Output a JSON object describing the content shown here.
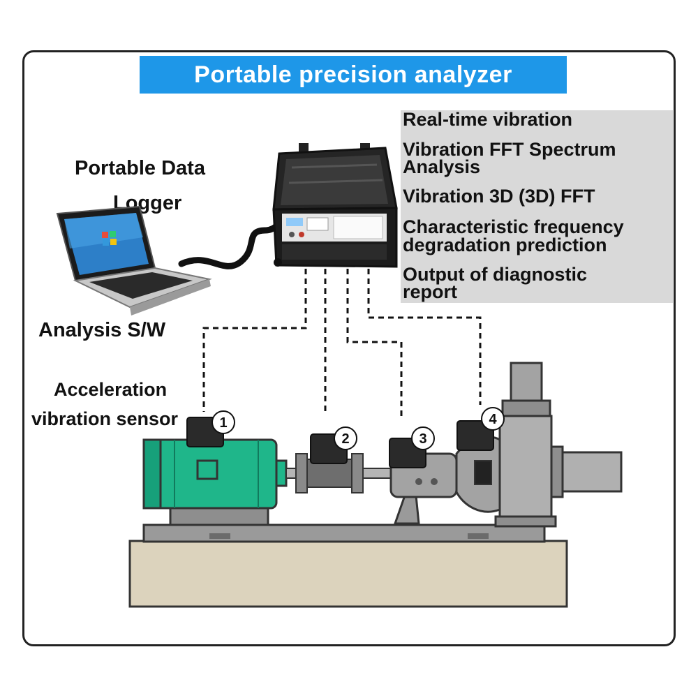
{
  "title": "Portable precision analyzer",
  "features": [
    "Real-time vibration",
    "Vibration FFT Spectrum",
    "Analysis",
    "Vibration 3D (3D) FFT",
    "Characteristic frequency",
    "degradation prediction",
    "Output of diagnostic",
    "report"
  ],
  "logger_label": {
    "line1": "Portable Data",
    "line2": "Logger"
  },
  "software_label": "Analysis S/W",
  "sensor_label": {
    "line1": "Acceleration",
    "line2": "vibration sensor"
  },
  "sensor_numbers": [
    "1",
    "2",
    "3",
    "4"
  ],
  "colors": {
    "banner": "#1e97e8",
    "feature_panel": "#d9d9d9",
    "motor": "#1fb68a",
    "base": "#dcd3bd"
  }
}
